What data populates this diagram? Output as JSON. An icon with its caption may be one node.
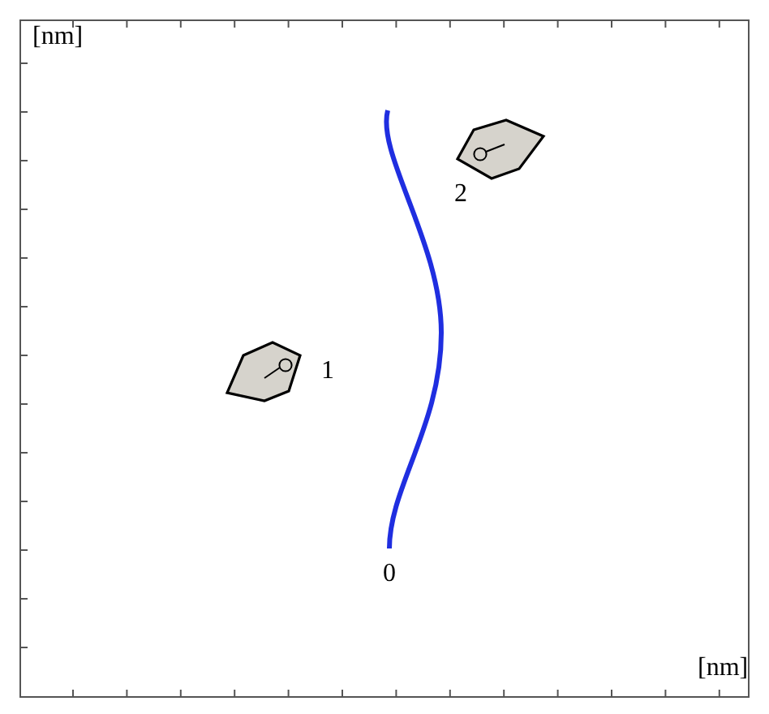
{
  "diagram": {
    "nodes": [
      {
        "text": [],
        "shape": "hexagon",
        "beside": [
          "1"
        ]
      },
      {
        "text": [],
        "shape": "hexagon",
        "beside": [
          "2"
        ]
      }
    ],
    "labels": [
      "[nm]",
      "0",
      "[nm]"
    ]
  }
}
